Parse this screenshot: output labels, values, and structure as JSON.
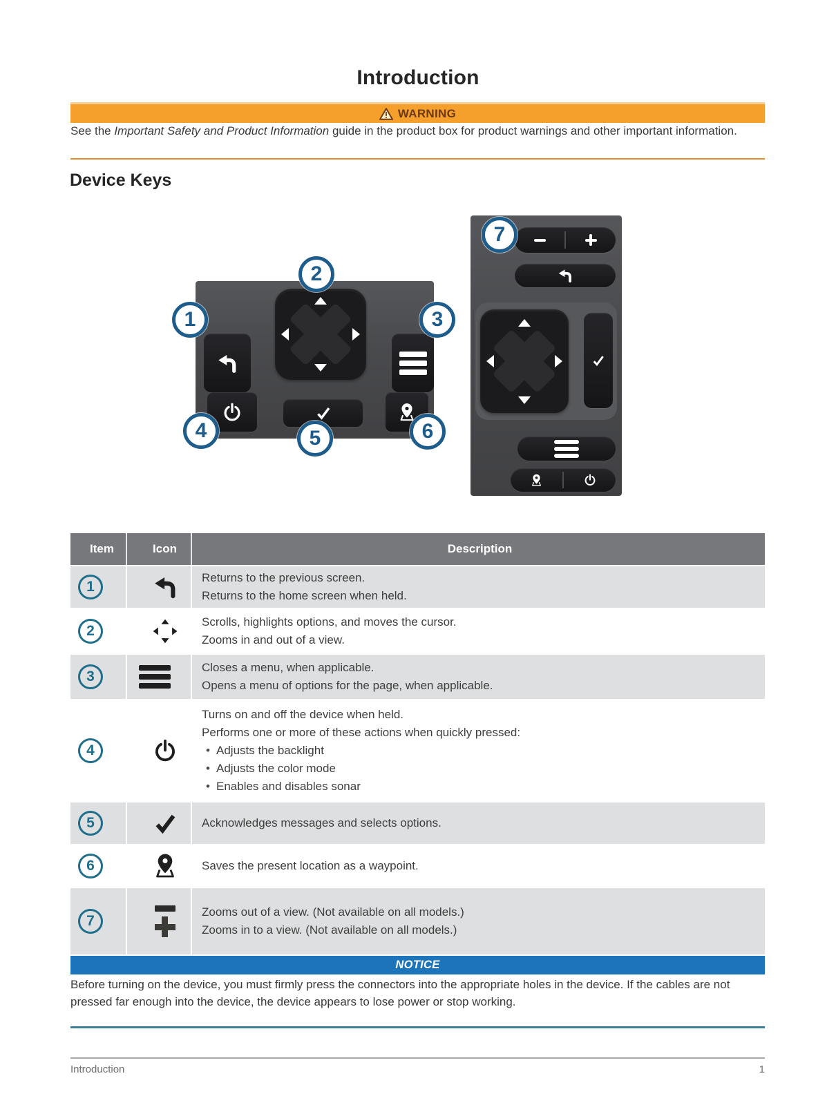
{
  "title": "Introduction",
  "warning": {
    "label": "WARNING",
    "text_pre": "See the ",
    "text_italic": "Important Safety and Product Information",
    "text_post": " guide in the product box for product warnings and other important information."
  },
  "section_heading": "Device Keys",
  "callouts": [
    "1",
    "2",
    "3",
    "4",
    "5",
    "6",
    "7"
  ],
  "table": {
    "headers": [
      "Item",
      "Icon",
      "Description"
    ],
    "rows": [
      {
        "item": "1",
        "icon": "back-icon",
        "lines": [
          "Returns to the previous screen.",
          "Returns to the home screen when held."
        ]
      },
      {
        "item": "2",
        "icon": "dpad-icon",
        "lines": [
          "Scrolls, highlights options, and moves the cursor.",
          "Zooms in and out of a view."
        ]
      },
      {
        "item": "3",
        "icon": "menu-icon",
        "lines": [
          "Closes a menu, when applicable.",
          "Opens a menu of options for the page, when applicable."
        ]
      },
      {
        "item": "4",
        "icon": "power-icon",
        "lines": [
          "Turns on and off the device when held.",
          "Performs one or more of these actions when quickly pressed:"
        ],
        "bullets": [
          "Adjusts the backlight",
          "Adjusts the color mode",
          "Enables and disables sonar"
        ]
      },
      {
        "item": "5",
        "icon": "check-icon",
        "lines": [
          "Acknowledges messages and selects options."
        ]
      },
      {
        "item": "6",
        "icon": "waypoint-icon",
        "lines": [
          "Saves the present location as a waypoint."
        ]
      },
      {
        "item": "7",
        "icon": "zoom-out-in-icons",
        "lines": [
          "Zooms out of a view. (Not available on all models.)",
          "Zooms in to a view. (Not available on all models.)"
        ]
      }
    ]
  },
  "notice": {
    "label": "NOTICE",
    "text": "Before turning on the device, you must firmly press the connectors into the appropriate holes in the device. If the cables are not pressed far enough into the device, the device appears to lose power or stop working."
  },
  "footer": {
    "left": "Introduction",
    "page_number": "1"
  },
  "colors": {
    "warning_banner": "#F5A02C",
    "warning_text": "#6E3A14",
    "notice_banner": "#1C75BA",
    "table_header": "#77787B",
    "table_row_gray": "#DEDFE0",
    "callout_blue": "#1D5C8B",
    "item_circle_teal": "#1F6E8C",
    "orange_rule": "#E68A2E",
    "teal_rule": "#3C7E97"
  }
}
